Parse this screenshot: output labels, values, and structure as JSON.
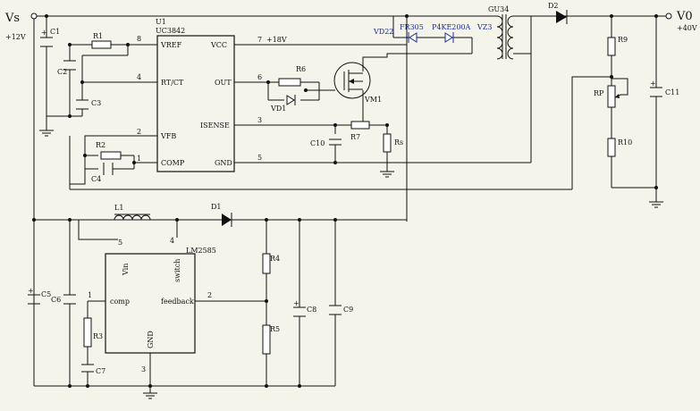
{
  "terminals": {
    "vs": "Vs",
    "vs_volt": "+12V",
    "vo": "V0",
    "vo_volt": "+40V"
  },
  "uc3842": {
    "designator": "U1",
    "part": "UC3842",
    "pins": {
      "vref": "VREF",
      "rtct": "RT/CT",
      "vfb": "VFB",
      "comp": "COMP",
      "vcc": "VCC",
      "out": "OUT",
      "isense": "ISENSE",
      "gnd": "GND"
    },
    "pin_numbers": {
      "vref": "8",
      "rtct": "4",
      "vfb": "2",
      "comp": "1",
      "vcc": "7",
      "out": "6",
      "isense": "3",
      "gnd": "5"
    },
    "vcc_label": "+18V"
  },
  "lm2585": {
    "part": "LM2585",
    "pins": {
      "vin": "Vin",
      "switch": "switch",
      "comp": "comp",
      "feedback": "feedback",
      "gnd": "GND"
    },
    "pin_numbers": {
      "vin": "5",
      "switch": "4",
      "comp": "1",
      "feedback": "2",
      "gnd": "3"
    }
  },
  "components": {
    "c1": "C1",
    "c2": "C2",
    "c3": "C3",
    "c4": "C4",
    "r1": "R1",
    "r2": "R2",
    "r6": "R6",
    "vd1": "VD1",
    "vm1": "VM1",
    "r7": "R7",
    "rs": "Rs",
    "c10": "C10",
    "vd22": "VD22",
    "fr305": "FR305",
    "p4ke200a": "P4KE200A",
    "vz3": "VZ3",
    "transformer": "GU34",
    "d2": "D2",
    "r9": "R9",
    "rp": "RP",
    "r10": "R10",
    "c11": "C11",
    "l1": "L1",
    "d1": "D1",
    "r4": "R4",
    "r5": "R5",
    "c8": "C8",
    "c9": "C9",
    "c5": "C5",
    "c6": "C6",
    "r3": "R3",
    "c7": "C7"
  }
}
